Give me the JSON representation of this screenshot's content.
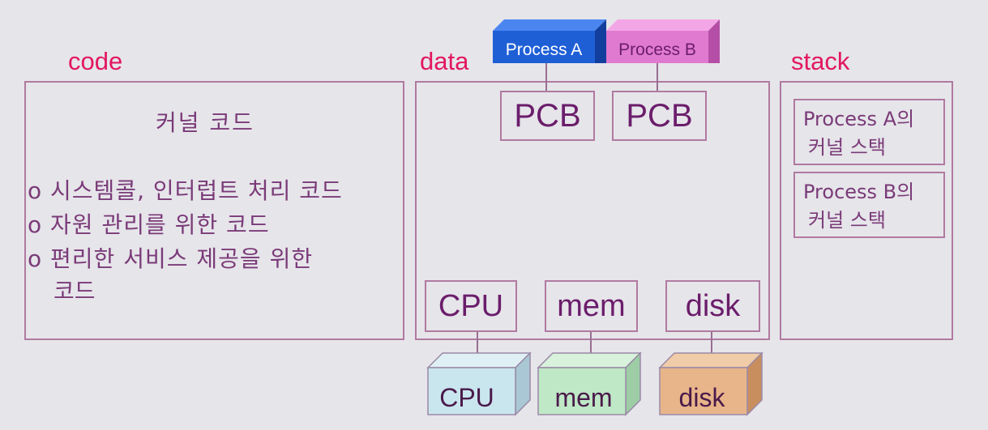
{
  "sections": {
    "code": "code",
    "data": "data",
    "stack": "stack"
  },
  "code_panel": {
    "title": "커널 코드",
    "bullets": [
      "o 시스템콜, 인터럽트 처리 코드",
      "o 자원 관리를 위한 코드",
      "o 편리한 서비스 제공을 위한"
    ],
    "bullet_continuation": "코드"
  },
  "data_panel": {
    "pcb_left": "PCB",
    "pcb_right": "PCB",
    "cpu": "CPU",
    "mem": "mem",
    "disk": "disk"
  },
  "processes": {
    "a": {
      "label": "Process A",
      "color": "#1f5fd6"
    },
    "b": {
      "label": "Process B",
      "color": "#e07ad0"
    }
  },
  "hardware": {
    "cpu": {
      "label": "CPU",
      "color": "#c9e6ef"
    },
    "mem": {
      "label": "mem",
      "color": "#bfe8c6"
    },
    "disk": {
      "label": "disk",
      "color": "#e8b58a"
    }
  },
  "stack_panel": {
    "a_line1": "Process A의",
    "a_line2": "커널 스택",
    "b_line1": "Process B의",
    "b_line2": "커널 스택"
  },
  "colors": {
    "accent_text": "#e2185d",
    "border": "#b07aa0",
    "body_text": "#7a3a78"
  }
}
